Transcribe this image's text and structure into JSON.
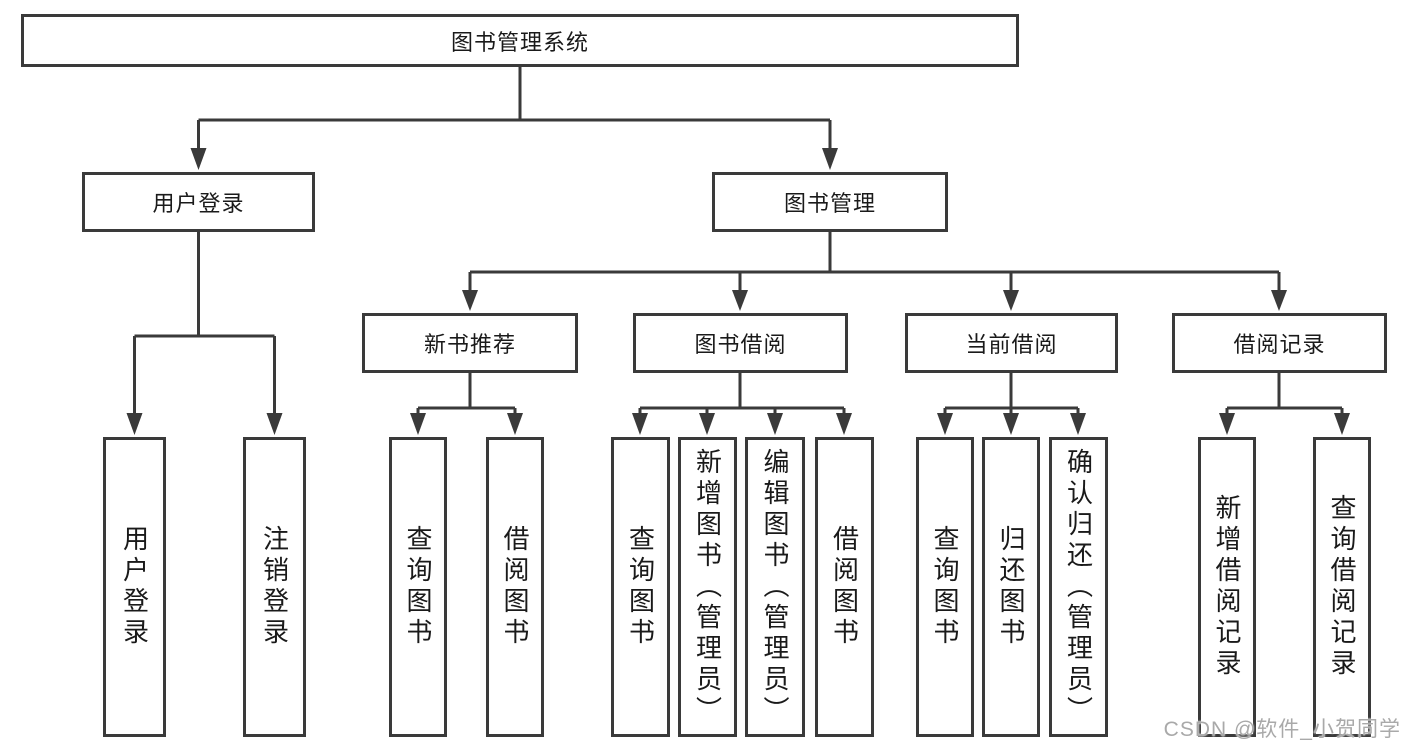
{
  "tree": {
    "root": {
      "label": "图书管理系统"
    },
    "branches": [
      {
        "label": "用户登录",
        "leaves": [
          {
            "label": "用户登录"
          },
          {
            "label": "注销登录"
          }
        ]
      },
      {
        "label": "图书管理",
        "groups": [
          {
            "label": "新书推荐",
            "leaves": [
              {
                "label": "查询图书"
              },
              {
                "label": "借阅图书"
              }
            ]
          },
          {
            "label": "图书借阅",
            "leaves": [
              {
                "label": "查询图书"
              },
              {
                "label": "新增图书（管理员）"
              },
              {
                "label": "编辑图书（管理员）"
              },
              {
                "label": "借阅图书"
              }
            ]
          },
          {
            "label": "当前借阅",
            "leaves": [
              {
                "label": "查询图书"
              },
              {
                "label": "归还图书"
              },
              {
                "label": "确认归还（管理员）"
              }
            ]
          },
          {
            "label": "借阅记录",
            "leaves": [
              {
                "label": "新增借阅记录"
              },
              {
                "label": "查询借阅记录"
              }
            ]
          }
        ]
      }
    ]
  },
  "watermark": {
    "text": "CSDN @软件_小贺同学"
  },
  "colors": {
    "line": "#3a3a3a",
    "text": "#1a1a1a",
    "watermark": "#a9a9a9",
    "background": "#ffffff"
  }
}
